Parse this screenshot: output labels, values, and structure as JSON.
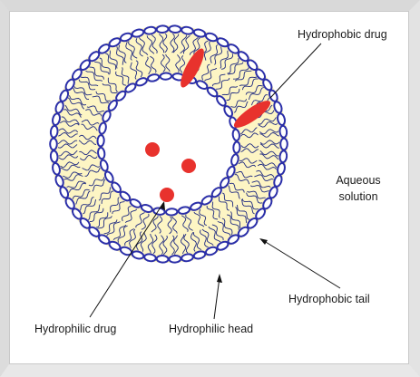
{
  "labels": {
    "hydrophobic_drug": "Hydrophobic drug",
    "aqueous_line1": "Aqueous",
    "aqueous_line2": "solution",
    "hydrophobic_tail": "Hydrophobic tail",
    "hydrophilic_drug": "Hydrophilic drug",
    "hydrophilic_head": "Hydrophilic head"
  },
  "colors": {
    "head": "#2a2ea8",
    "tail": "#1f2a80",
    "bilayer_fill": "#fdf5c4",
    "drug": "#e8322d",
    "line": "#111111"
  }
}
